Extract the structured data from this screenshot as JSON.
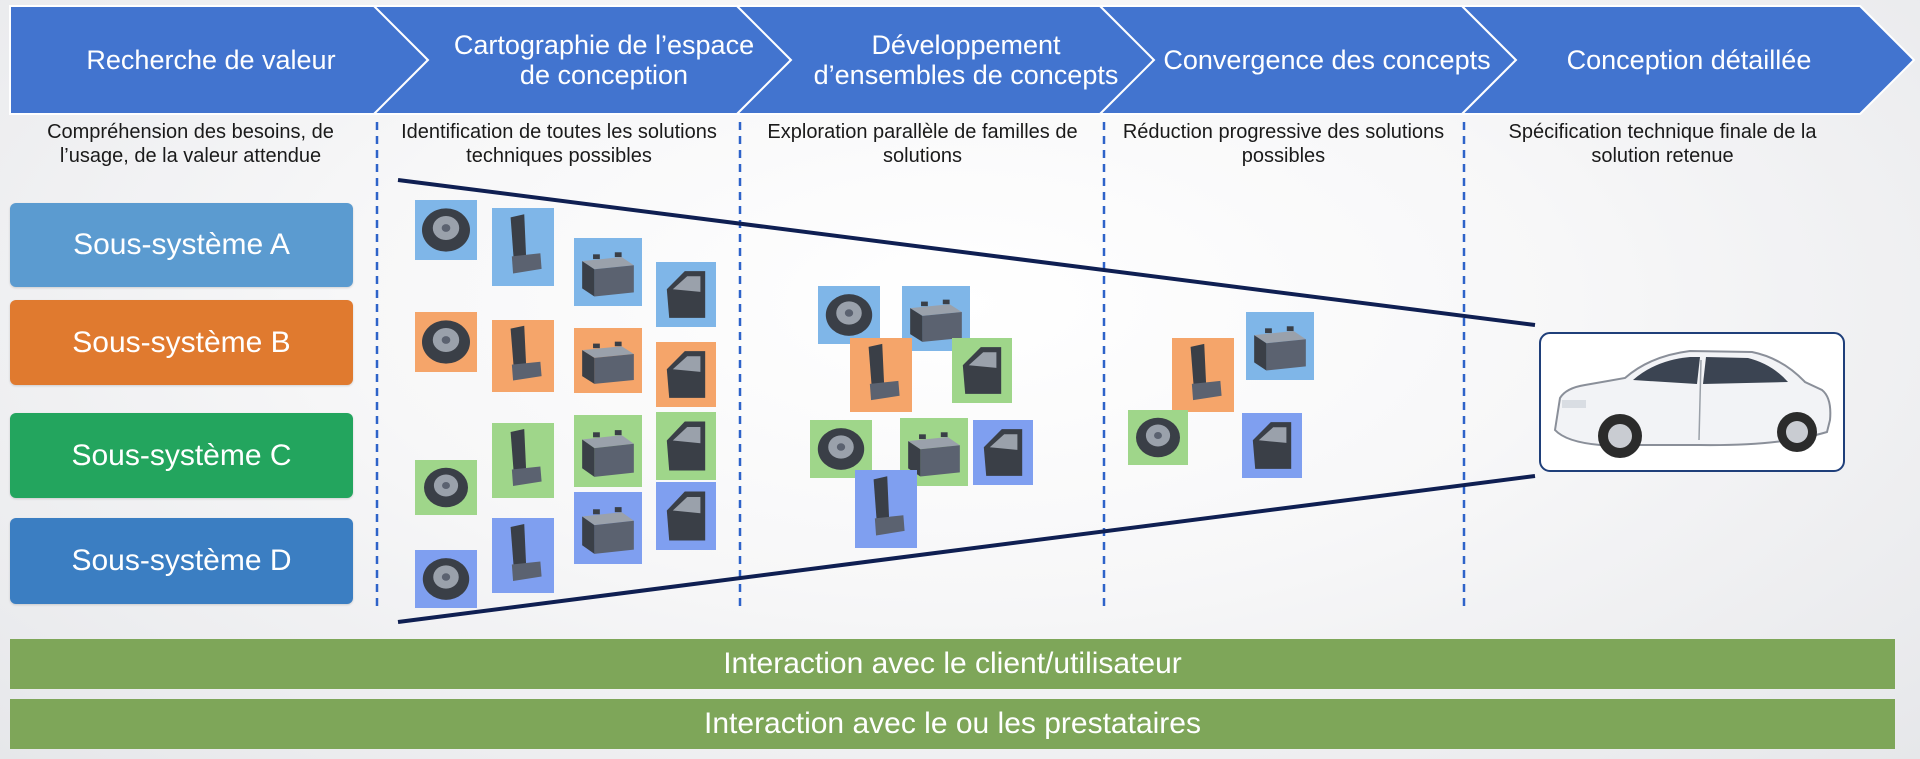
{
  "phases": [
    {
      "title": "Recherche de valeur",
      "description": "Compréhension des besoins, de l’usage, de la valeur attendue"
    },
    {
      "title": "Cartographie de l’espace de conception",
      "description": "Identification de toutes les solutions techniques possibles"
    },
    {
      "title": "Développement d’ensembles de concepts",
      "description": "Exploration parallèle de familles de solutions"
    },
    {
      "title": "Convergence des concepts",
      "description": "Réduction progressive des solutions possibles"
    },
    {
      "title": "Conception détaillée",
      "description": "Spécification technique finale de la solution retenue"
    }
  ],
  "subsystems": [
    {
      "label": "Sous-système A",
      "color": "#5b9bd0",
      "tile": "#7fb6e8"
    },
    {
      "label": "Sous-système B",
      "color": "#e07a2f",
      "tile": "#f5a56a"
    },
    {
      "label": "Sous-système C",
      "color": "#23a55e",
      "tile": "#9fd68a"
    },
    {
      "label": "Sous-système D",
      "color": "#3b7ec2",
      "tile": "#7f9ff0"
    }
  ],
  "interactions": [
    "Interaction avec le client/utilisateur",
    "Interaction avec le ou les prestataires"
  ],
  "colors": {
    "chevron": "#4274cf",
    "divider": "#2e63c9",
    "funnel": "#0f1f52",
    "interaction_bar": "#7ea659"
  },
  "component_icons": [
    "tire-icon",
    "seat-icon",
    "battery-icon",
    "door-icon"
  ],
  "final_solution_icon": "car-icon"
}
